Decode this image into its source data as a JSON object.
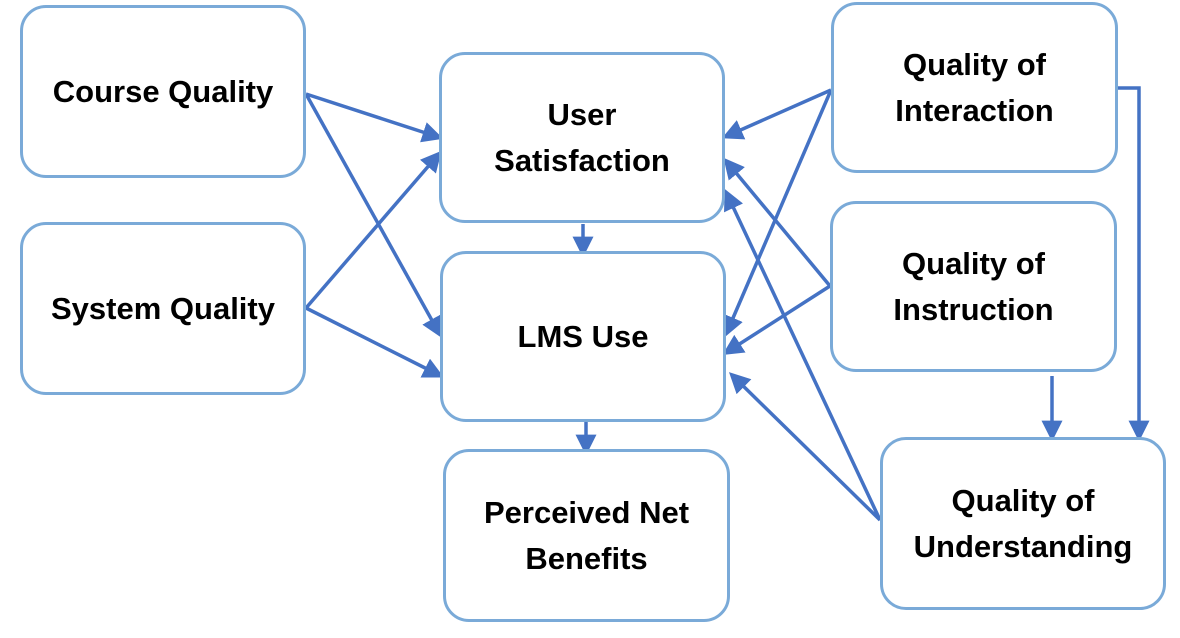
{
  "diagram": {
    "edge_color": "#4472c4",
    "box_border_color": "#7aaad8",
    "nodes": {
      "course_quality": "Course Quality",
      "system_quality": "System Quality",
      "user_satisfaction": "User Satisfaction",
      "lms_use": "LMS Use",
      "perceived_net_benefits": "Perceived Net Benefits",
      "quality_of_interaction": "Quality of Interaction",
      "quality_of_instruction": "Quality of Instruction",
      "quality_of_understanding": "Quality of Understanding"
    },
    "edges": [
      {
        "from": "Course Quality",
        "to": "User Satisfaction"
      },
      {
        "from": "Course Quality",
        "to": "LMS Use"
      },
      {
        "from": "System Quality",
        "to": "User Satisfaction"
      },
      {
        "from": "System Quality",
        "to": "LMS Use"
      },
      {
        "from": "User Satisfaction",
        "to": "LMS Use"
      },
      {
        "from": "LMS Use",
        "to": "Perceived Net Benefits"
      },
      {
        "from": "Quality of Interaction",
        "to": "User Satisfaction"
      },
      {
        "from": "Quality of Interaction",
        "to": "LMS Use"
      },
      {
        "from": "Quality of Instruction",
        "to": "User Satisfaction"
      },
      {
        "from": "Quality of Instruction",
        "to": "LMS Use"
      },
      {
        "from": "Quality of Understanding",
        "to": "User Satisfaction"
      },
      {
        "from": "Quality of Understanding",
        "to": "LMS Use"
      },
      {
        "from": "Quality of Interaction",
        "to": "Quality of Understanding"
      },
      {
        "from": "Quality of Instruction",
        "to": "Quality of Understanding"
      }
    ]
  }
}
